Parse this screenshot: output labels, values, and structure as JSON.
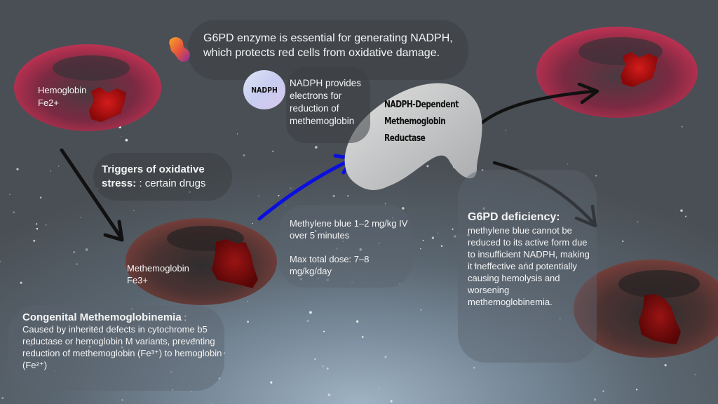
{
  "g6pd_enzyme": {
    "icon": "enzyme-blob-icon",
    "text": "G6PD enzyme is essential for generating NADPH, which protects red cells from oxidative damage."
  },
  "nadph": {
    "badge": "NADPH",
    "text": "NADPH provides electrons for reduction of methemoglobin"
  },
  "reductase": {
    "lines": [
      "NADPH-Dependent",
      "Methemoglobin",
      "Reductase"
    ]
  },
  "hemoglobin_cell": {
    "name": "Hemoglobin",
    "state": "Fe2+"
  },
  "methemoglobin_cell": {
    "name": "Methemoglobin",
    "state": "Fe3+"
  },
  "triggers": {
    "heading": "Triggers of oxidative stress:",
    "text": ": certain drugs"
  },
  "dosing": {
    "line1": "Methylene blue 1–2 mg/kg IV over 5 minutes",
    "line2": "Max total dose: 7–8 mg/kg/day"
  },
  "congenital": {
    "heading": "Congenital Methemoglobinemia",
    "colon": ":",
    "text": "Caused by inherited defects in cytochrome b5 reductase or hemoglobin M variants, preventing reduction of methemoglobin (Fe³⁺) to hemoglobin (Fe²⁺)"
  },
  "g6pd_deficiency": {
    "heading": "G6PD deficiency:",
    "text": "methylene blue cannot be reduced to its active form due to insufficient NADPH, making it ineffective and potentially causing hemolysis and worsening methemoglobinemia."
  },
  "colors": {
    "healthy_cell": "#b3304f",
    "met_cell": "#6e3a36",
    "protein": "#b0100f",
    "blue_arrow": "#0a0fe0",
    "black_arrow": "#111111",
    "reductase_blob": "#c9c9c9"
  }
}
